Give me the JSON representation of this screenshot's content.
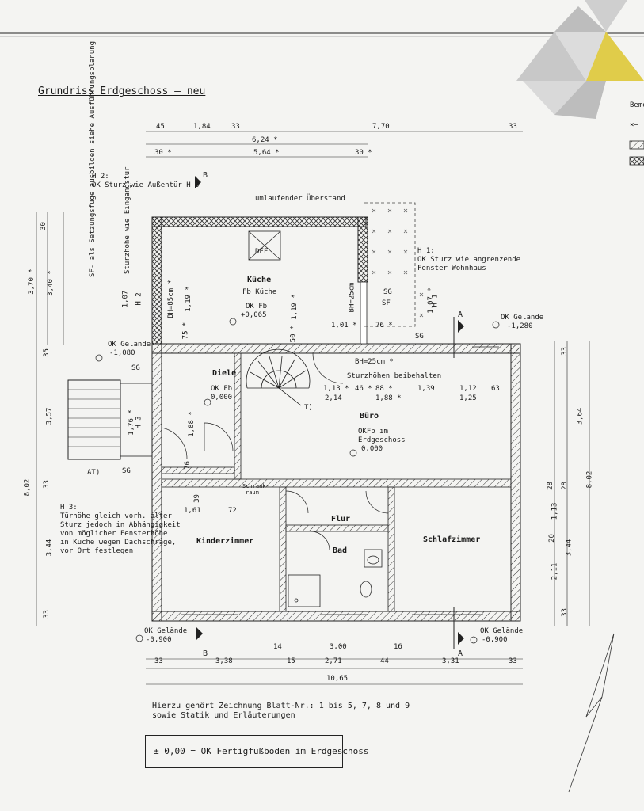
{
  "drawing": {
    "title": "Grundriss Erdgeschoss – neu",
    "side_label": "Beme",
    "footer": {
      "line1": "Hierzu gehört Zeichnung Blatt-Nr.: 1 bis 5, 7, 8 und 9",
      "line2": "sowie Statik und Erläuterungen",
      "legend": "± 0,00 = OK Fertigfußboden im Erdgeschoss"
    }
  },
  "rooms": {
    "kueche": {
      "name": "Küche",
      "l1": "Fb Küche",
      "l2": "OK Fb",
      "l3": "+0,065"
    },
    "buero": {
      "name": "Büro",
      "l1": "OKFb im",
      "l2": "Erdgeschoss",
      "l3": "0,000"
    },
    "diele": {
      "name": "Diele",
      "l1": "OK Fb",
      "l2": "0,000"
    },
    "kinder": {
      "name": "Kinderzimmer"
    },
    "flur": {
      "name": "Flur"
    },
    "bad": {
      "name": "Bad"
    },
    "schlaf": {
      "name": "Schlafzimmer"
    },
    "schrank": {
      "l1": "Schrank-",
      "l2": "raum"
    },
    "dff": "DFF"
  },
  "notes": {
    "h2": {
      "l1": "H 2:",
      "l2": "OK Sturz wie Außentür H 3"
    },
    "h1": {
      "l1": "H 1:",
      "l2": "OK Sturz wie angrenzende",
      "l3": "Fenster Wohnhaus"
    },
    "h3": {
      "l1": "H 3:",
      "l2": "Türhöhe gleich vorh. alter",
      "l3": "Sturz jedoch in Abhängigkeit",
      "l4": "von möglicher Fensterhöhe",
      "l5": "in Küche wegen Dachschräge,",
      "l6": "vor Ort festlegen"
    },
    "ueberstand": "umlaufender Überstand",
    "sturz_beib": "Sturzhöhen beibehalten",
    "bh25": "BH=25cm *",
    "sf": "SF",
    "sg": "SG",
    "at": "AT)",
    "t": "T)",
    "sturzhoehe": "Sturzhöhe wie Eingangstür",
    "sf_setzung": "SF- als Setzungsfuge ausbilden siehe Ausführungsplanung"
  },
  "levels": {
    "g1": {
      "l1": "OK Gelände",
      "l2": "-1,280"
    },
    "g2": {
      "l1": "OK Gelände",
      "l2": "-1,080"
    },
    "g3": {
      "l1": "OK Gelände",
      "l2": "-0,900"
    },
    "g4": {
      "l1": "OK Gelände",
      "l2": "-0,900"
    }
  },
  "dims": {
    "top1": [
      "45",
      "1,84",
      "33",
      "7,70",
      "33"
    ],
    "top2": "6,24 *",
    "top3": [
      "30 *",
      "5,64 *",
      "30 *"
    ],
    "bot1": [
      "33",
      "3,38",
      "14",
      "3,00",
      "16",
      "33"
    ],
    "bot2": [
      "15",
      "2,71",
      "44",
      "3,31"
    ],
    "bot3": "10,65",
    "left": [
      "30",
      "3,70 *",
      "3,40 *",
      "35",
      "3,57",
      "8,02",
      "33",
      "3,44",
      "33"
    ],
    "right": [
      "33",
      "3,64",
      "8,02",
      "28",
      "28",
      "1,13",
      "20",
      "2,11",
      "3,44",
      "33"
    ],
    "inner": [
      "1,01 *",
      "76 *",
      "1,13 *",
      "46 *",
      "88 *",
      "1,39",
      "1,12",
      "63",
      "2,14",
      "1,88 *",
      "1,25",
      "1,61",
      "72",
      "39",
      "1,76 *",
      "1,88 *",
      "76",
      "1,19 *",
      "1,19 *",
      "50 *",
      "75 *",
      "1,07",
      "1,07 *",
      "BH=85cm *",
      "BH=25cm",
      "H 2",
      "H 3",
      "H 1"
    ]
  },
  "sections": {
    "a": "A",
    "b": "B"
  }
}
